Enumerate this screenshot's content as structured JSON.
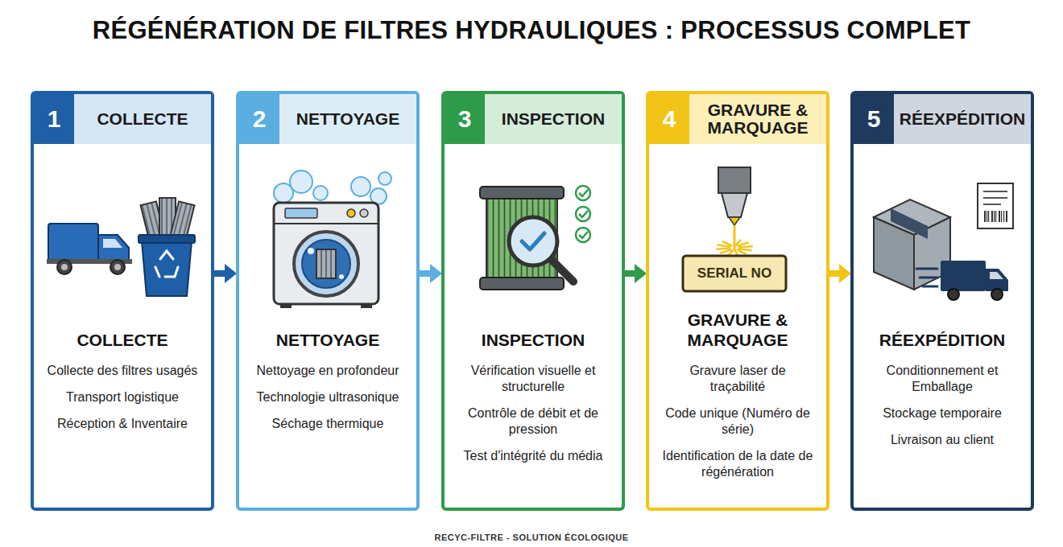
{
  "diagram": {
    "title": "RÉGÉNÉRATION DE FILTRES HYDRAULIQUES : PROCESSUS COMPLET",
    "caption": "RECYC-FILTRE - SOLUTION ÉCOLOGIQUE",
    "nodes": [
      {
        "text": [
          "COLLECTE",
          "Collecte des filtres usagés",
          "Transport logistique",
          "Réception & Inventaire"
        ]
      },
      {
        "text": [
          "1",
          "COLLECTE"
        ],
        "in": 0
      },
      {
        "text": [
          "NETTOYAGE",
          "Nettoyage en profondeur",
          "Technologie ultrasonique",
          "Séchage thermique"
        ]
      },
      {
        "text": [
          "2",
          "NETTOYAGE"
        ],
        "in": 2
      },
      {
        "text": [
          "INSPECTION",
          "Vérification visuelle et structurelle",
          "Contrôle de débit et de pression",
          "Test d'intégrité du média"
        ]
      },
      {
        "text": [
          "3",
          "INSPECTION"
        ],
        "in": 4
      },
      {
        "text": [
          "GRAVURE & MARQUAGE",
          "Gravure laser de traçabilité",
          "Code unique (Numéro de série)",
          "Identification de la date de régénération"
        ]
      },
      {
        "text": [
          "4",
          "GRAVURE & MARQUAGE"
        ],
        "in": 6
      },
      {
        "text": [
          "RÉEXPÉDITION",
          "Conditionnement et Emballage",
          "Stockage temporaire",
          "Livraison au client"
        ]
      },
      {
        "text": [
          "5",
          "RÉEXPÉDITION"
        ],
        "in": 8
      }
    ],
    "edges": [
      {
        "from": 0,
        "to": 2,
        "arrow": "to"
      },
      {
        "from": 2,
        "to": 4,
        "arrow": "to"
      },
      {
        "from": 4,
        "to": 6,
        "arrow": "to"
      },
      {
        "from": 6,
        "to": 8,
        "arrow": "to"
      }
    ],
    "labels": [
      "SERIAL NO"
    ]
  }
}
